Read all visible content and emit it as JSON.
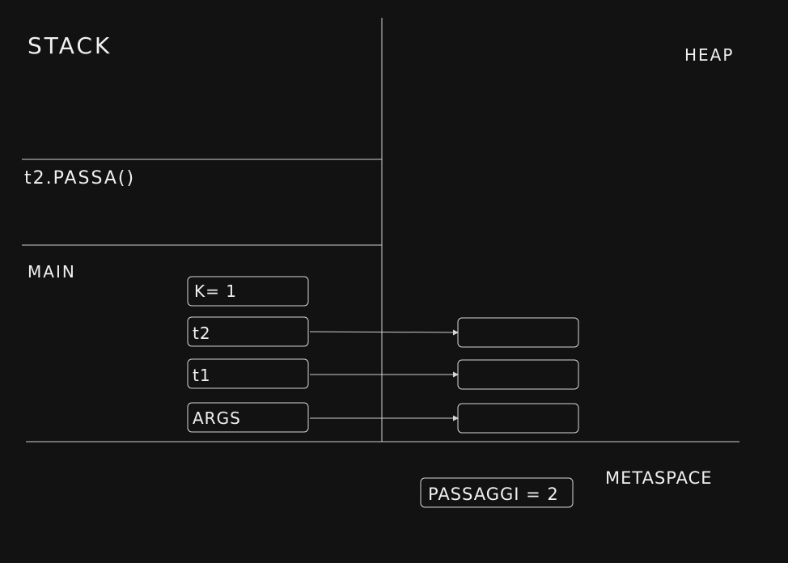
{
  "stack_title": "STACK",
  "heap_title": "HEAP",
  "metaspace_title": "METASPACE",
  "frames": [
    {
      "label": "t2.PASSA()"
    },
    {
      "label": "MAIN"
    }
  ],
  "main_vars": [
    {
      "label": "K= 1",
      "points_to_heap": false
    },
    {
      "label": "t2",
      "points_to_heap": true
    },
    {
      "label": "t1",
      "points_to_heap": true
    },
    {
      "label": "ARGS",
      "points_to_heap": true
    }
  ],
  "metaspace_value": "PASSAGGI = 2"
}
